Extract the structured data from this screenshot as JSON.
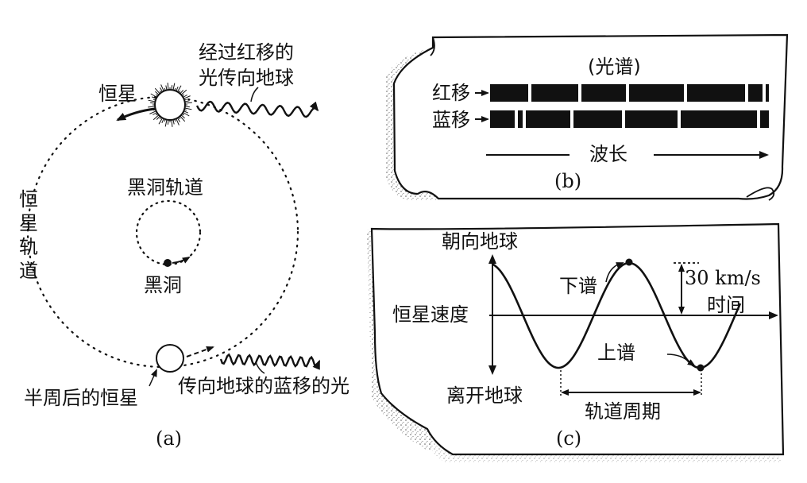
{
  "panel_a": {
    "star_label": "恒星",
    "redshift_light_line1": "经过红移的",
    "redshift_light_line2": "光传向地球",
    "star_orbit_label": "恒星轨道",
    "blackhole_orbit_label": "黑洞轨道",
    "blackhole_label": "黑洞",
    "star_half_period_label": "半周后的恒星",
    "blueshift_light_label": "传向地球的蓝移的光",
    "caption": "(a)"
  },
  "panel_b": {
    "title": "(光谱)",
    "redshift_label": "红移",
    "blueshift_label": "蓝移",
    "wavelength_label": "波长",
    "caption": "(b)"
  },
  "panel_c": {
    "toward_earth_label": "朝向地球",
    "star_velocity_label": "恒星速度",
    "away_earth_label": "离开地球",
    "lower_spectrum_label": "下谱",
    "upper_spectrum_label": "上谱",
    "amplitude_label": "30 km/s",
    "time_label": "时间",
    "orbital_period_label": "轨道周期",
    "caption": "(c)"
  },
  "colors": {
    "ink": "#111111",
    "paper": "#ffffff",
    "paper_shadow": "#9a9a9a"
  }
}
